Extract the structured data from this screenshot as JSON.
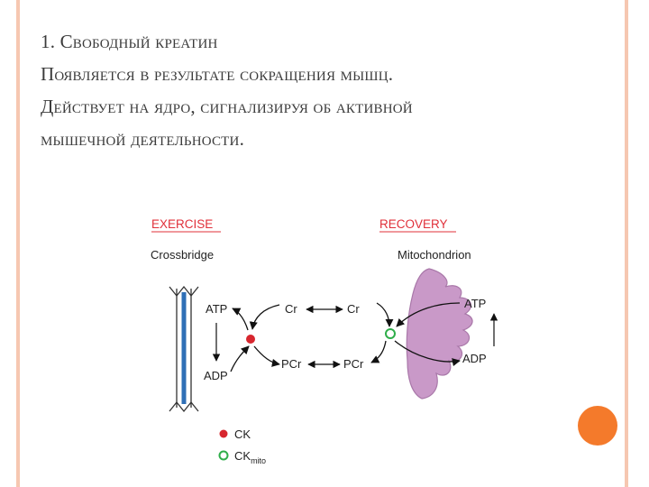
{
  "slide": {
    "lines": [
      "1. Свободный креатин",
      "Появляется в результате сокращения мышц.",
      "Действует на ядро, сигнализируя об активной",
      "мышечной деятельности."
    ]
  },
  "figure": {
    "exercise_title": "EXERCISE",
    "recovery_title": "RECOVERY",
    "crossbridge_label": "Crossbridge",
    "mitochondrion_label": "Mitochondrion",
    "left_atp": "ATP",
    "left_adp": "ADP",
    "cr_left": "Cr",
    "cr_right": "Cr",
    "pcr_left": "PCr",
    "pcr_right": "PCr",
    "right_atp": "ATP",
    "right_adp": "ADP",
    "legend_ck": "CK",
    "legend_ckmito_main": "CK",
    "legend_ckmito_sub": "mito"
  },
  "colors": {
    "title_red": "#e0303a",
    "ck_red": "#d7262e",
    "ckmito_green": "#2fae4a",
    "mito_fill": "#c999c8",
    "mito_stroke": "#a978a9",
    "filament_blue": "#2f6fb6"
  }
}
